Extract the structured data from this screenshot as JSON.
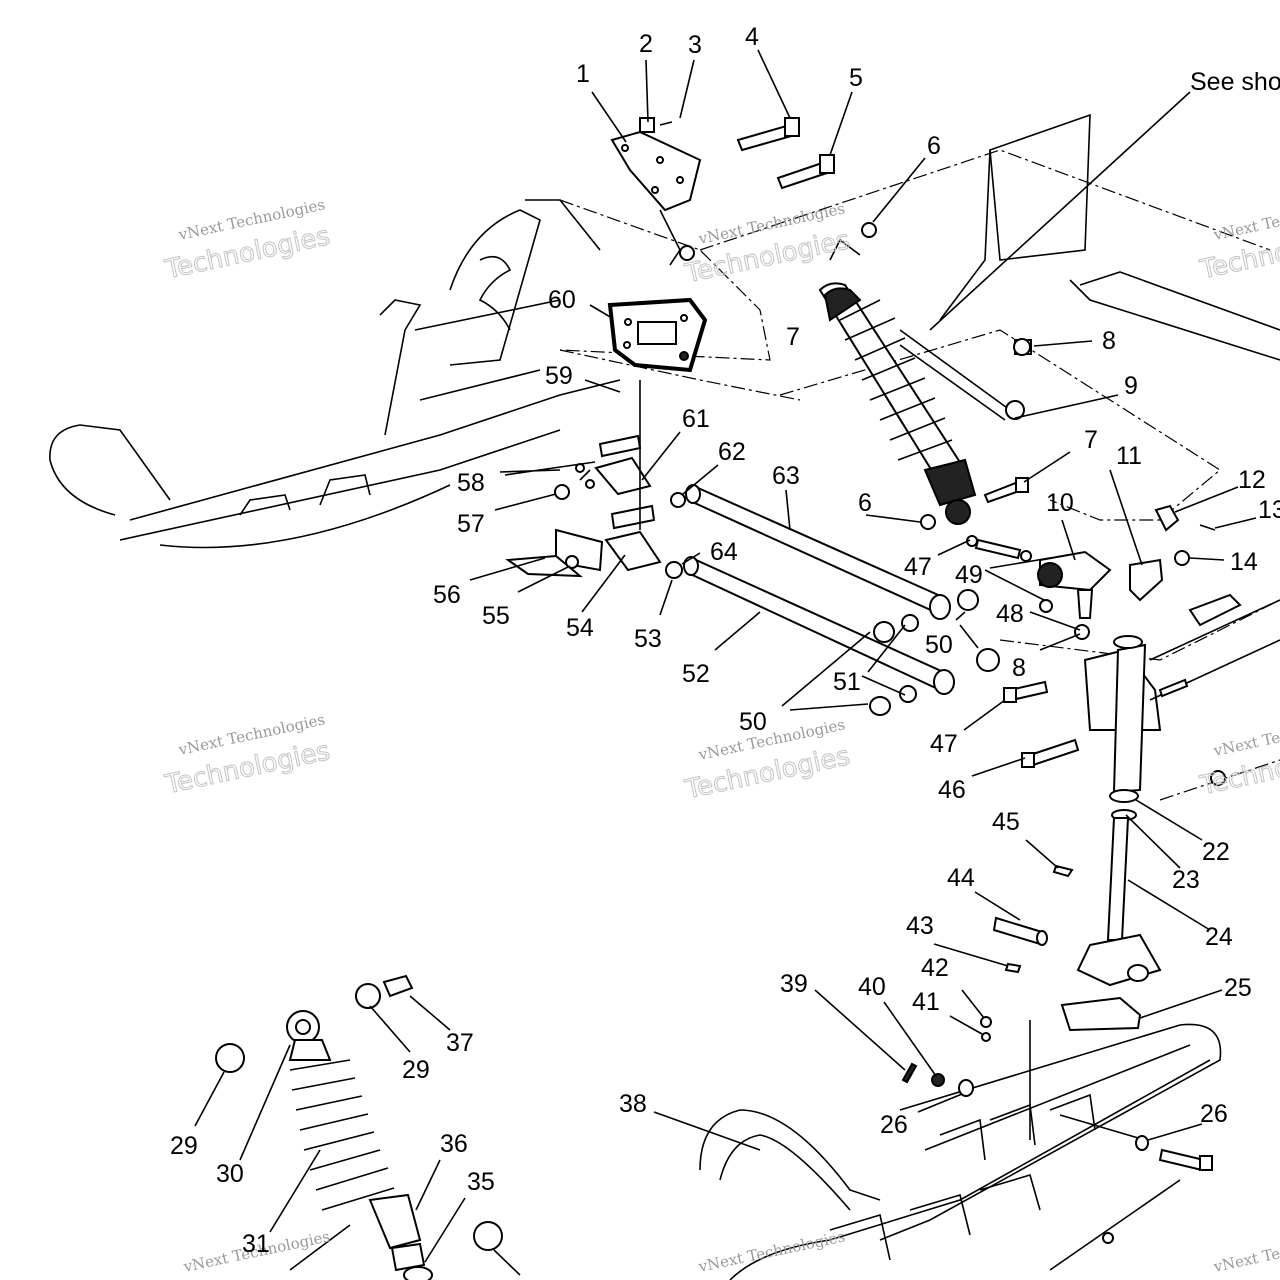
{
  "header": {
    "see_note": "See sho"
  },
  "watermark": {
    "line1": "vNext Technologies",
    "line2": "Technologies"
  },
  "callouts": [
    "1",
    "2",
    "3",
    "4",
    "5",
    "6",
    "6",
    "7",
    "7",
    "8",
    "8",
    "9",
    "10",
    "11",
    "12",
    "13",
    "14",
    "22",
    "23",
    "24",
    "25",
    "26",
    "26",
    "29",
    "29",
    "30",
    "31",
    "35",
    "36",
    "37",
    "38",
    "39",
    "40",
    "41",
    "42",
    "43",
    "44",
    "45",
    "46",
    "47",
    "47",
    "48",
    "49",
    "50",
    "50",
    "51",
    "52",
    "53",
    "54",
    "55",
    "56",
    "57",
    "58",
    "59",
    "60",
    "61",
    "62",
    "63",
    "64"
  ],
  "colors": {
    "line": "#000000",
    "background": "#ffffff",
    "watermark": "#9a9a9a"
  }
}
